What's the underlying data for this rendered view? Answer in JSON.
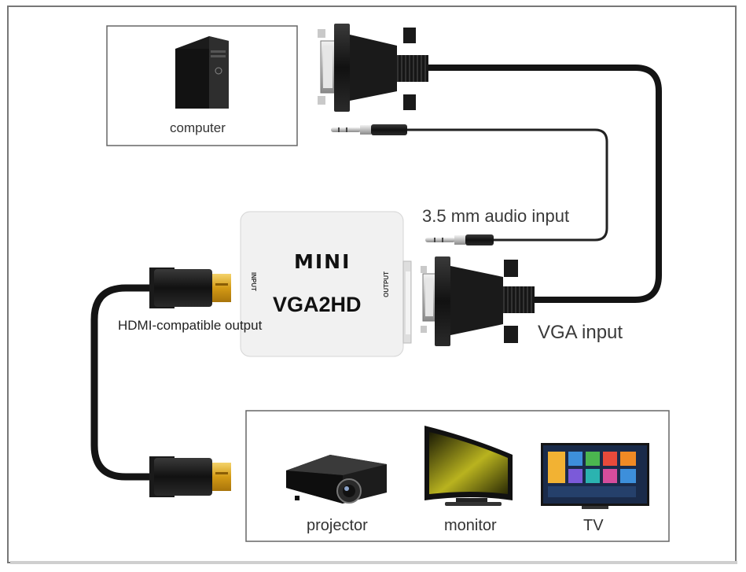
{
  "labels": {
    "computer": "computer",
    "audio_input": "3.5 mm audio input",
    "vga_input": "VGA input",
    "hdmi_output": "HDMI-compatible output",
    "projector": "projector",
    "monitor": "monitor",
    "tv": "TV"
  },
  "converter": {
    "brand": "MINI",
    "model": "VGA2HD",
    "input_port": "INPUT",
    "output_port": "OUTPUT"
  },
  "colors": {
    "cable": "#141414",
    "converter_body": "#efefef",
    "gold_plug": "#d8a21c",
    "frame_border": "#555555"
  },
  "icons": [
    "computer-tower-icon",
    "projector-icon",
    "monitor-icon",
    "tv-icon",
    "vga-plug-icon",
    "audio-jack-icon",
    "hdmi-plug-icon"
  ]
}
